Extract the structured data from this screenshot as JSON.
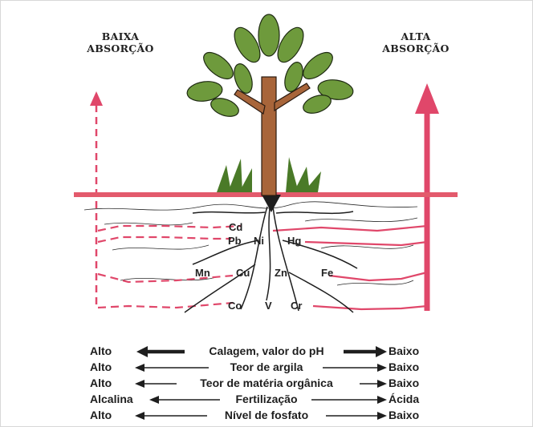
{
  "left_label": {
    "line1": "BAIXA",
    "line2": "ABSORÇÃO"
  },
  "right_label": {
    "line1": "ALTA",
    "line2": "ABSORÇÃO"
  },
  "elements": [
    "Cd",
    "Pb",
    "Ni",
    "Hg",
    "Mn",
    "Cu",
    "Zn",
    "Fe",
    "Co",
    "V",
    "Cr"
  ],
  "factors": [
    {
      "left": "Alto",
      "center": "Calagem, valor do pH",
      "right": "Baixo"
    },
    {
      "left": "Alto",
      "center": "Teor de argila",
      "right": "Baixo"
    },
    {
      "left": "Alto",
      "center": "Teor de matéria orgânica",
      "right": "Baixo"
    },
    {
      "left": "Alcalina",
      "center": "Fertilização",
      "right": "Ácida"
    },
    {
      "left": "Alto",
      "center": "Nível de fosfato",
      "right": "Baixo"
    }
  ],
  "colors": {
    "accent": "#e0476a",
    "ground": "#e35a6c",
    "leaf": "#6e9a3c",
    "trunk": "#a8653a"
  }
}
